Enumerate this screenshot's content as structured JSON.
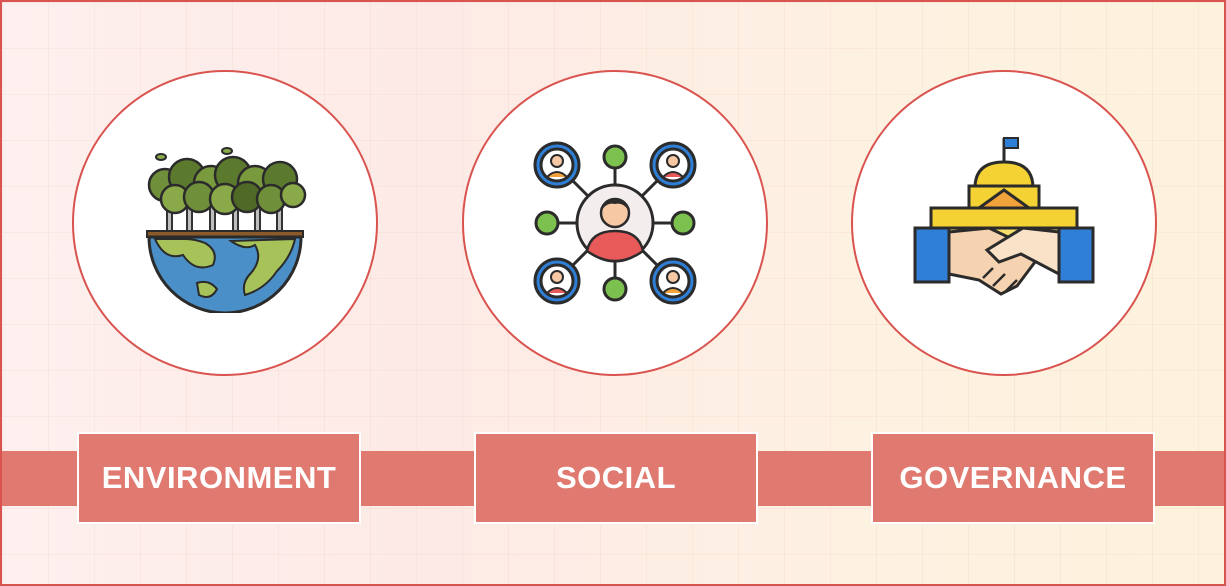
{
  "pillars": [
    {
      "label": "ENVIRONMENT",
      "icon": "earth-forest-icon"
    },
    {
      "label": "SOCIAL",
      "icon": "people-network-icon"
    },
    {
      "label": "GOVERNANCE",
      "icon": "government-handshake-icon"
    }
  ],
  "colors": {
    "accent": "#e07a70",
    "border": "#d9534f"
  }
}
